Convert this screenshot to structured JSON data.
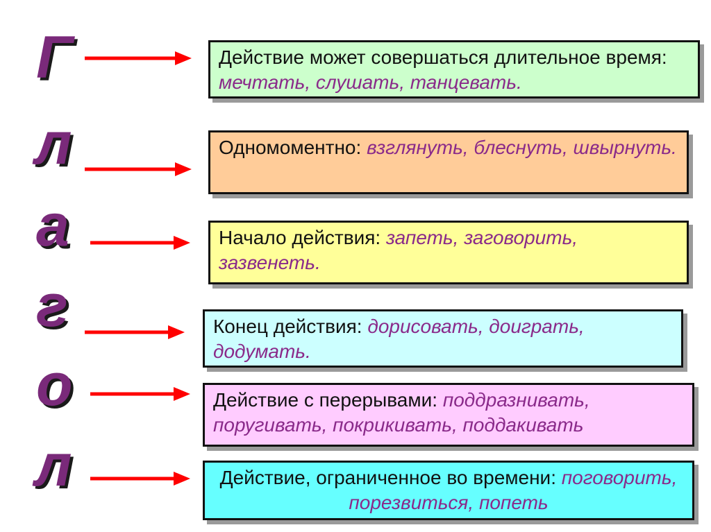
{
  "title_letters": [
    "Г",
    "л",
    "а",
    "г",
    "о",
    "л"
  ],
  "colors": {
    "letters": "#7a2a7a",
    "arrow": "#ff0000",
    "examples": "#8a2a8a"
  },
  "boxes": [
    {
      "label": "Действие может совершаться длительное время:",
      "examples": "мечтать, слушать, танцевать.",
      "background": "#ccffcc"
    },
    {
      "label": "Одномоментно:",
      "examples": "взглянуть, блеснуть, швырнуть.",
      "background": "#ffcc99"
    },
    {
      "label": "Начало действия:",
      "examples": "запеть, заговорить, зазвенеть.",
      "background": "#ffff99"
    },
    {
      "label": "Конец действия:",
      "examples": "дорисовать, доиграть, додумать.",
      "background": "#ccffff"
    },
    {
      "label": "Действие с перерывами:",
      "examples": "поддразнивать, поругивать, покрикивать, поддакивать",
      "background": "#ffccff"
    },
    {
      "label": "Действие, ограниченное во времени:",
      "examples": "поговорить, порезвиться, попеть",
      "background": "#66ffff"
    }
  ]
}
